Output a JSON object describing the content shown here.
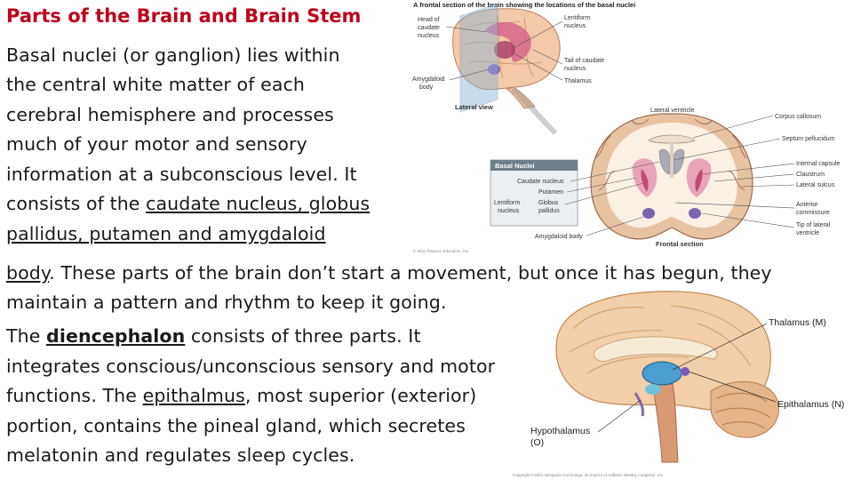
{
  "slide": {
    "title": "Parts of the Brain and Brain Stem",
    "lines": [
      "Basal nuclei (or ganglion) lies within",
      "the central white matter of each",
      "cerebral hemisphere and processes",
      "much of your motor and sensory",
      "information at a subconscious level. It"
    ],
    "line6_pre": "consists of the ",
    "line6_link": "caudate nucleus, globus",
    "line7_link": "pallidus, putamen and amygdaloid",
    "line8_link": "body",
    "line8_post": ". These parts of the brain don’t start a movement, but once it has begun, they",
    "line9": "maintain a pattern and rhythm to keep it going.",
    "line10_pre": "The ",
    "line10_link": "diencephalon",
    "line10_post": " consists of three parts. It",
    "line11": "integrates conscious/unconscious sensory and motor",
    "line12_pre": "functions. The ",
    "line12_link": "epithalmus",
    "line12_post": ", most superior (exterior)",
    "line13": "portion, contains the pineal gland, which secretes",
    "line14": "melatonin and regulates sleep cycles."
  },
  "figure1": {
    "caption": "A frontal section of the brain showing the locations of the basal nuclei",
    "head_caudate": [
      "Head of",
      "caudate",
      "nucleus"
    ],
    "lentiform": [
      "Lentiform",
      "nucleus"
    ],
    "tail_caudate": [
      "Tail of caudate",
      "nucleus"
    ],
    "thalamus": "Thalamus",
    "amygdaloid": [
      "Amygdaloid",
      "body"
    ],
    "lateral_view": "Lateral view",
    "lateral_ventricle": "Lateral ventricle",
    "corpus_callosum": "Corpus callosum",
    "septum": "Septum pellucidum",
    "internal_capsule": "Internal capsule",
    "claustrum": "Claustrum",
    "lateral_sulcus": "Lateral sulcus",
    "anterior_commissure": [
      "Anterior",
      "commissure"
    ],
    "tip_lateral_ventricle": [
      "Tip of lateral",
      "ventricle"
    ],
    "basal_nuclei_box": "Basal Nuclei",
    "box_caudate": "Caudate nucleus",
    "box_putamen": "Putamen",
    "box_globus": [
      "Globus",
      "pallidus"
    ],
    "box_lentiform": [
      "Lentiform",
      "nucleus"
    ],
    "amygdaloid_body": "Amygdaloid body",
    "frontal_section": "Frontal section",
    "copyright": "© 2011 Pearson Education, Inc."
  },
  "figure2": {
    "thalamus": "Thalamus (M)",
    "epithalamus": "Epithalamus (N)",
    "hypothalamus": [
      "Hypothalamus",
      "(O)"
    ],
    "copyright": "Copyright ©2001 Benjamin Cummings, an imprint of Addison Wesley Longman, Inc."
  }
}
